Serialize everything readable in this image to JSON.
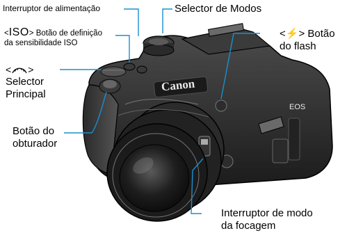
{
  "brand": "Canon",
  "model_badge": "EOS",
  "labels": {
    "power_switch": "Interruptor de alimentação",
    "mode_dial": "Selector de Modos",
    "iso_symbol": "ISO",
    "iso_button_text": "Botão de definição",
    "iso_button_text_2": "da sensibilidade ISO",
    "flash_button_1": "Botão",
    "flash_button_2": "do flash",
    "main_dial_1": "Selector",
    "main_dial_2": "Principal",
    "shutter_1": "Botão do",
    "shutter_2": "obturador",
    "focus_switch_1": "Interruptor de modo",
    "focus_switch_2": "da focagem"
  },
  "colors": {
    "leader_line": "#1a8fd0",
    "body": "#2b2b2b",
    "outline": "#000000"
  }
}
